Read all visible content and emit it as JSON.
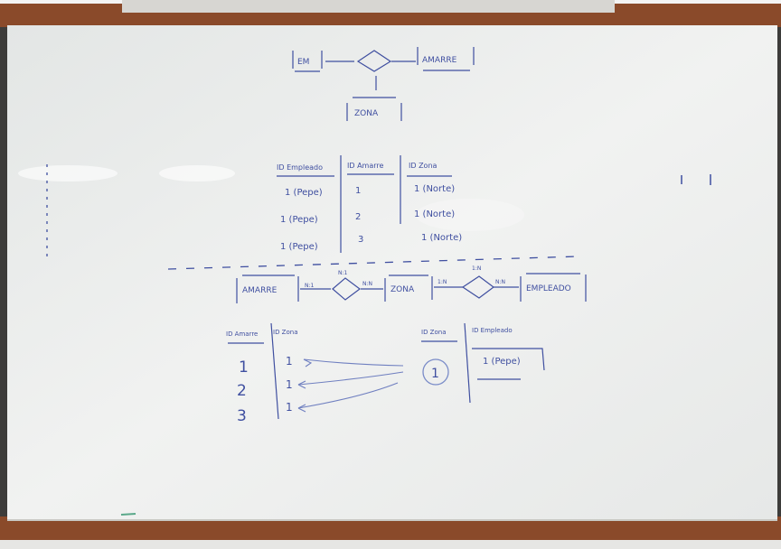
{
  "colors": {
    "frame": "#8a4a2a",
    "board": "#eef0ee",
    "marker": "#3f4fa0",
    "marker_light": "#6f7fc0"
  },
  "top_diagram": {
    "entities": [
      "EM",
      "AMARRE",
      "ZONA"
    ]
  },
  "top_table": {
    "headers": [
      "ID Empleado",
      "ID Amarre",
      "ID Zona"
    ],
    "rows": [
      [
        "1 (Pepe)",
        "1",
        "1 (Norte)"
      ],
      [
        "1 (Pepe)",
        "2",
        "1 (Norte)"
      ],
      [
        "1 (Pepe)",
        "3",
        "1 (Norte)"
      ]
    ]
  },
  "bottom_diagram": {
    "entities": [
      "AMARRE",
      "ZONA",
      "EMPLEADO"
    ],
    "cardinalities": [
      "N:1",
      "N:1",
      "N:N",
      "1:N",
      "1:N",
      "N:N"
    ]
  },
  "left_table": {
    "headers": [
      "ID Amarre",
      "ID Zona"
    ],
    "rows": [
      [
        "1",
        "1"
      ],
      [
        "2",
        "1"
      ],
      [
        "3",
        "1"
      ]
    ]
  },
  "right_table": {
    "headers": [
      "ID Zona",
      "ID Empleado"
    ],
    "rows": [
      [
        "1",
        "1 (Pepe)"
      ]
    ]
  }
}
